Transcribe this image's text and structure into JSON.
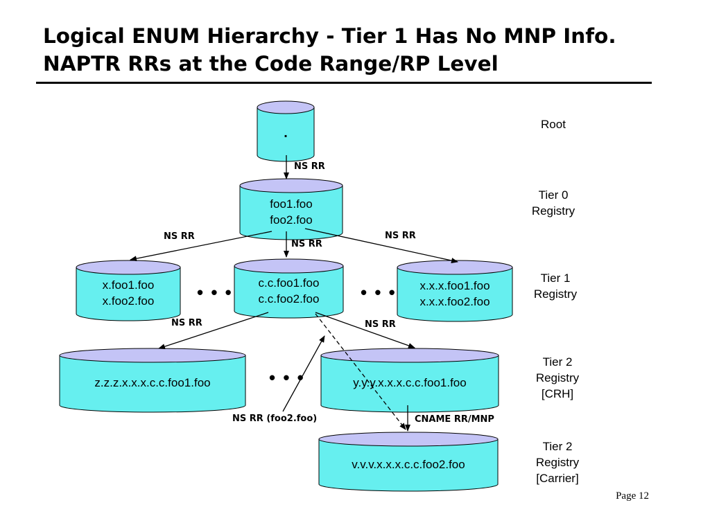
{
  "slide": {
    "title_line1": "Logical ENUM Hierarchy - Tier 1 Has No MNP Info.",
    "title_line2": "NAPTR RRs at the Code Range/RP Level",
    "page": "Page 12"
  },
  "colors": {
    "cylinder_body": "#66EFEF",
    "cylinder_top": "#C4C4F6",
    "stroke": "#000000"
  },
  "nodes": {
    "root": {
      "lines": [
        "."
      ]
    },
    "tier0": {
      "lines": [
        "foo1.foo",
        "foo2.foo"
      ]
    },
    "t1_left": {
      "lines": [
        "x.foo1.foo",
        "x.foo2.foo"
      ]
    },
    "t1_center": {
      "lines": [
        "c.c.foo1.foo",
        "c.c.foo2.foo"
      ]
    },
    "t1_right": {
      "lines": [
        "x.x.x.foo1.foo",
        "x.x.x.foo2.foo"
      ]
    },
    "t2_left": {
      "lines": [
        "z.z.z.x.x.x.c.c.foo1.foo"
      ]
    },
    "t2_crh": {
      "lines": [
        "y.y.y.x.x.x.c.c.foo1.foo"
      ]
    },
    "t2_carrier": {
      "lines": [
        "v.v.v.x.x.x.c.c.foo2.foo"
      ]
    }
  },
  "tier_labels": {
    "root": [
      "Root"
    ],
    "tier0": [
      "Tier 0",
      "Registry"
    ],
    "tier1": [
      "Tier 1",
      "Registry"
    ],
    "tier2_crh": [
      "Tier 2",
      "Registry",
      "[CRH]"
    ],
    "tier2_carrier": [
      "Tier 2",
      "Registry",
      "[Carrier]"
    ]
  },
  "edge_labels": {
    "root_to_tier0": "NS RR",
    "tier0_to_left": "NS RR",
    "tier0_to_center": "NS RR",
    "tier0_to_right": "NS RR",
    "center_to_left": "NS RR",
    "center_to_crh": "NS RR",
    "ns_foo2": "NS RR (foo2.foo)",
    "cname": "CNAME RR/MNP"
  },
  "ellipsis": "• • •"
}
